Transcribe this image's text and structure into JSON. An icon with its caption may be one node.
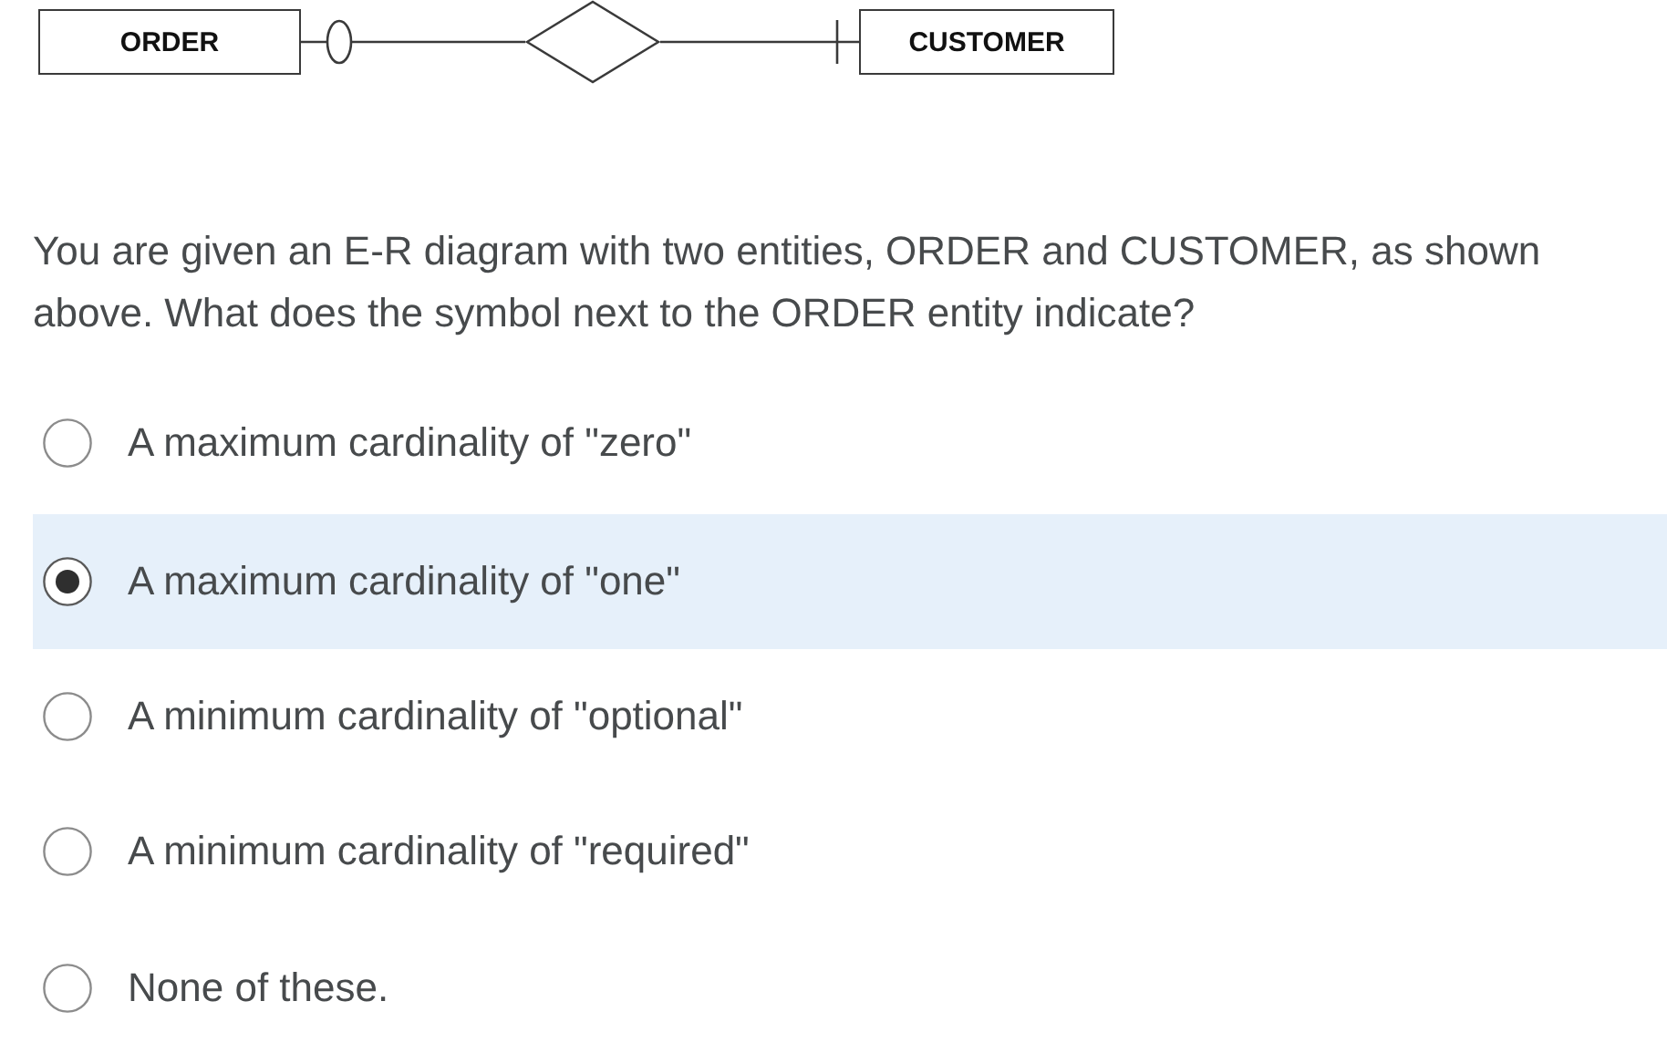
{
  "diagram": {
    "nodes": [
      {
        "text": [
          "ORDER"
        ]
      },
      {
        "text": [],
        "shape": "diamond"
      },
      {
        "text": [
          "CUSTOMER"
        ]
      }
    ],
    "edges": [
      {
        "from": 0,
        "to": 1,
        "arrow": "other"
      },
      {
        "from": 1,
        "to": 2,
        "arrow": "other"
      }
    ],
    "labels": [
      "You are given an E-R diagram with two entities, ORDER and CUSTOMER, as shown above. What does the symbol next to the ORDER entity indicate?",
      "A maximum cardinality of \"zero\"",
      "A maximum cardinality of \"one\"",
      "A minimum cardinality of \"optional\"",
      "A minimum cardinality of \"required\"",
      "None of these."
    ]
  }
}
